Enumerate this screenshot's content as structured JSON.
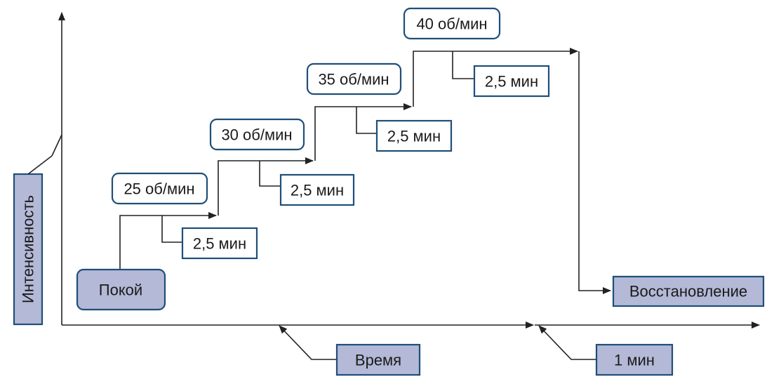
{
  "y_axis_label": "Интенсивность",
  "x_axis_label": "Время",
  "rest_label": "Покой",
  "recovery_label": "Восстановление",
  "recovery_duration": "1 мин",
  "stages": [
    {
      "speed": "25 об/мин",
      "duration": "2,5 мин"
    },
    {
      "speed": "30 об/мин",
      "duration": "2,5 мин"
    },
    {
      "speed": "35 об/мин",
      "duration": "2,5 мин"
    },
    {
      "speed": "40 об/мин",
      "duration": "2,5 мин"
    }
  ],
  "colors": {
    "box_fill": "#b3b9d6",
    "box_border": "#1f4e79",
    "line": "#222222"
  }
}
